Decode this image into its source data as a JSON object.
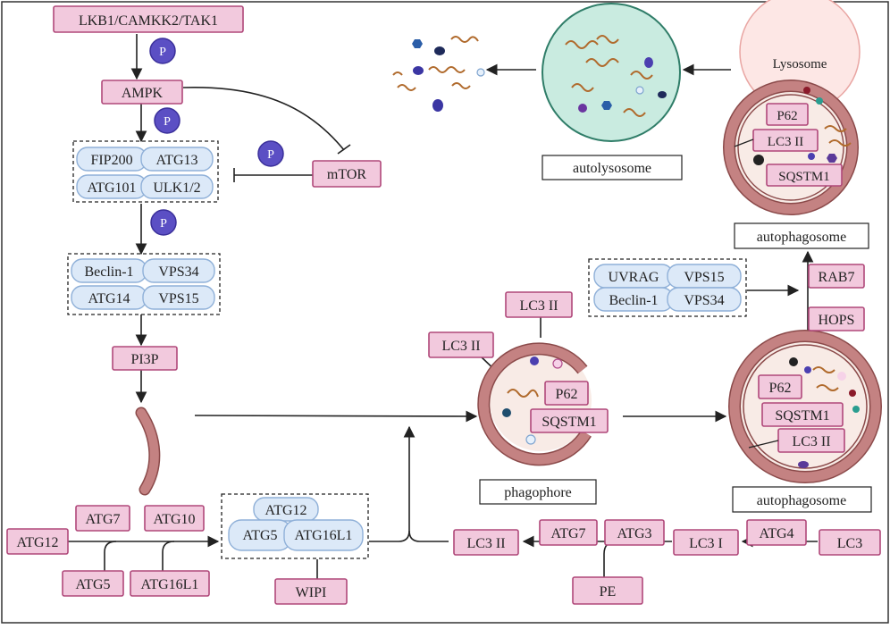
{
  "labels": {
    "kinases": "LKB1/CAMKK2/TAK1",
    "p": "P",
    "ampk": "AMPK",
    "mtor": "mTOR",
    "fip200": "FIP200",
    "atg13": "ATG13",
    "atg101": "ATG101",
    "ulk12": "ULK1/2",
    "beclin1": "Beclin-1",
    "vps34": "VPS34",
    "atg14": "ATG14",
    "vps15": "VPS15",
    "pi3p": "PI3P",
    "atg12": "ATG12",
    "atg7": "ATG7",
    "atg10": "ATG10",
    "atg5": "ATG5",
    "atg16l1": "ATG16L1",
    "wipi": "WIPI",
    "lc3ii": "LC3 II",
    "lc3i": "LC3 I",
    "atg3": "ATG3",
    "atg4": "ATG4",
    "lc3": "LC3",
    "pe": "PE",
    "p62": "P62",
    "sqstm1": "SQSTM1",
    "phagophore": "phagophore",
    "autophagosome": "autophagosome",
    "uvrag": "UVRAG",
    "rab7": "RAB7",
    "hops": "HOPS",
    "lysosome": "Lysosome",
    "autolysosome": "autolysosome"
  },
  "colors": {
    "pink_fill": "#f2c9dd",
    "pink_border": "#b0487a",
    "blue_fill": "#dce9f8",
    "blue_border": "#8fb0d8",
    "phospho": "#5b4fc4",
    "membrane": "#c48282",
    "lumen": "#f8ebe6",
    "autolysosome_fill": "#c9ebe0",
    "lysosome_fill": "#fde7e5",
    "cargo_chain": "#b06a2c"
  }
}
